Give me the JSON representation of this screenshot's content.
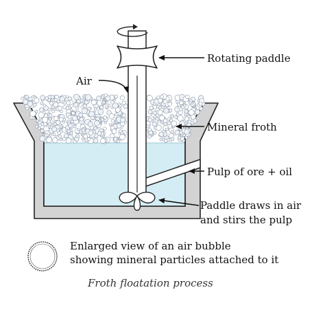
{
  "labels": {
    "rotating_paddle": "Rotating paddle",
    "air": "Air",
    "mineral_froth": "Mineral froth",
    "pulp": "Pulp of ore + oil",
    "paddle_line1": "Paddle draws in air",
    "paddle_line2": "and stirs the pulp",
    "bubble_line1": "Enlarged view of an air bubble",
    "bubble_line2": "showing mineral particles attached to it"
  },
  "caption": "Froth floatation process",
  "colors": {
    "liquid": "#d4edf4",
    "tank_wall": "#d3d3d3",
    "outline": "#222222"
  }
}
